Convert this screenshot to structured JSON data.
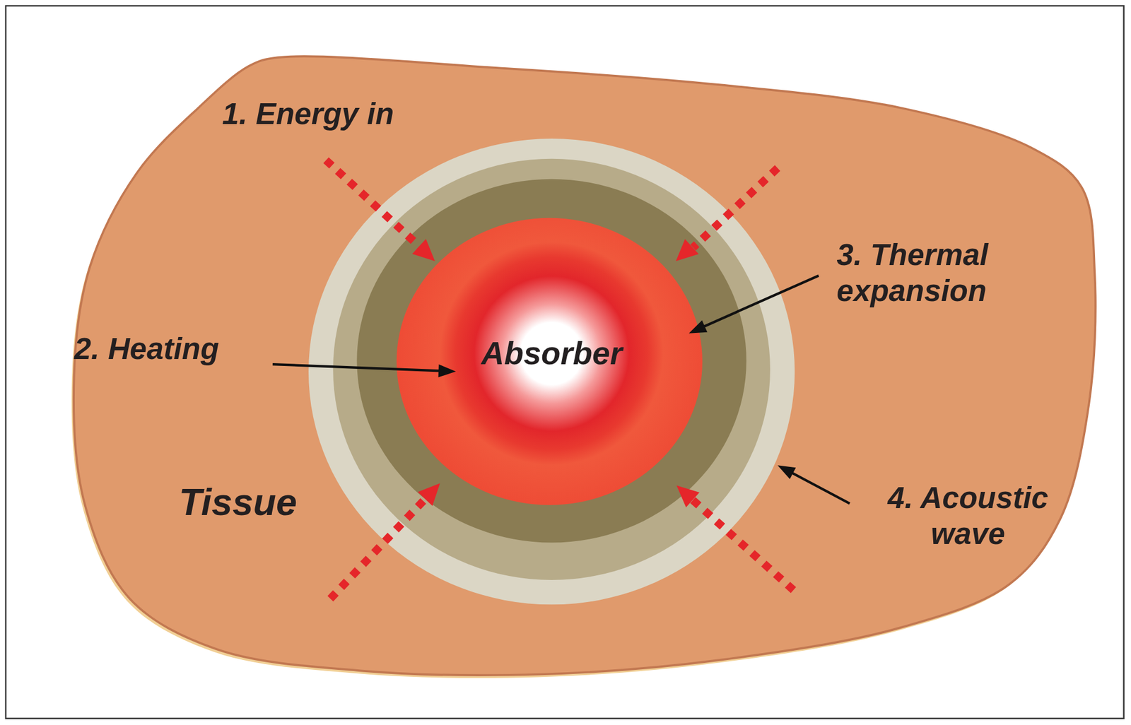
{
  "diagram": {
    "nodes": [
      {
        "text": [
          "Tissue"
        ]
      },
      {
        "text": [
          "Absorber"
        ],
        "in": 0
      }
    ],
    "labels": [
      "1. Energy in",
      "2. Heating",
      "3. Thermal expansion",
      "4. Acoustic wave"
    ]
  }
}
